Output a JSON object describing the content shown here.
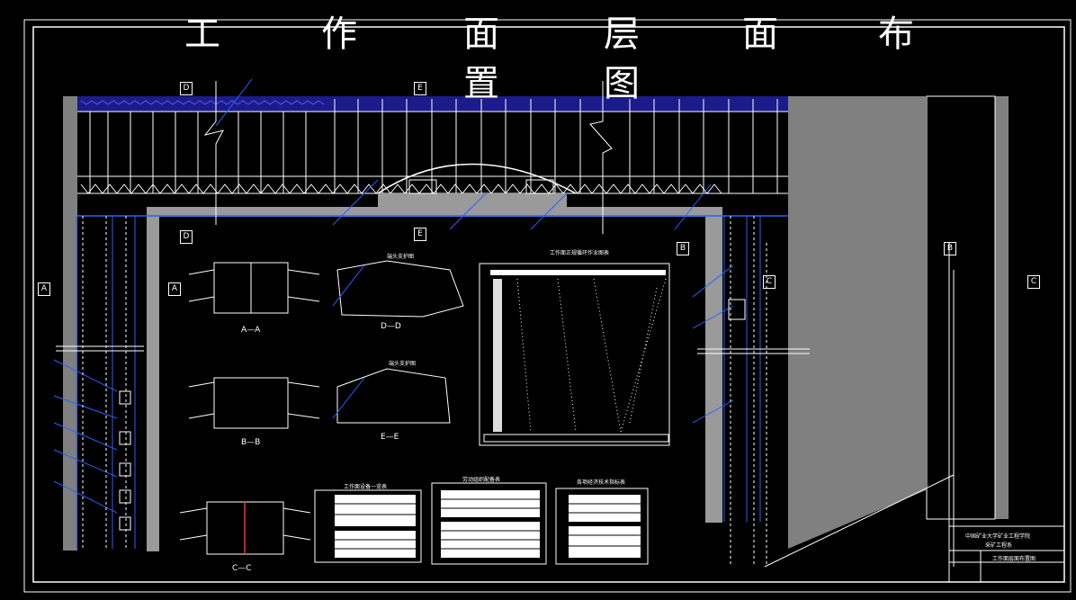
{
  "title": {
    "chars": [
      "工",
      "作",
      "面",
      "层",
      "面",
      "布",
      "置",
      "图"
    ]
  },
  "section_markers": {
    "D": "D",
    "E": "E",
    "A": "A",
    "B": "B",
    "C": "C"
  },
  "section_labels": {
    "aa": "A—A",
    "bb": "B—B",
    "cc": "C—C",
    "dd": "D—D",
    "ee": "E—E"
  },
  "panel_titles": {
    "small_end": "端头支护图",
    "large_end": "端头支护图",
    "schedule": "工作面正规循环作业图表",
    "equipment": "工作面设备一览表",
    "labor": "劳动组织配备表",
    "tech": "各项经济技术指标表"
  },
  "title_block": {
    "line1": "中国矿业大学矿业工程学院",
    "line2": "采矿工程系",
    "drawing": "工作面层面布置图"
  }
}
